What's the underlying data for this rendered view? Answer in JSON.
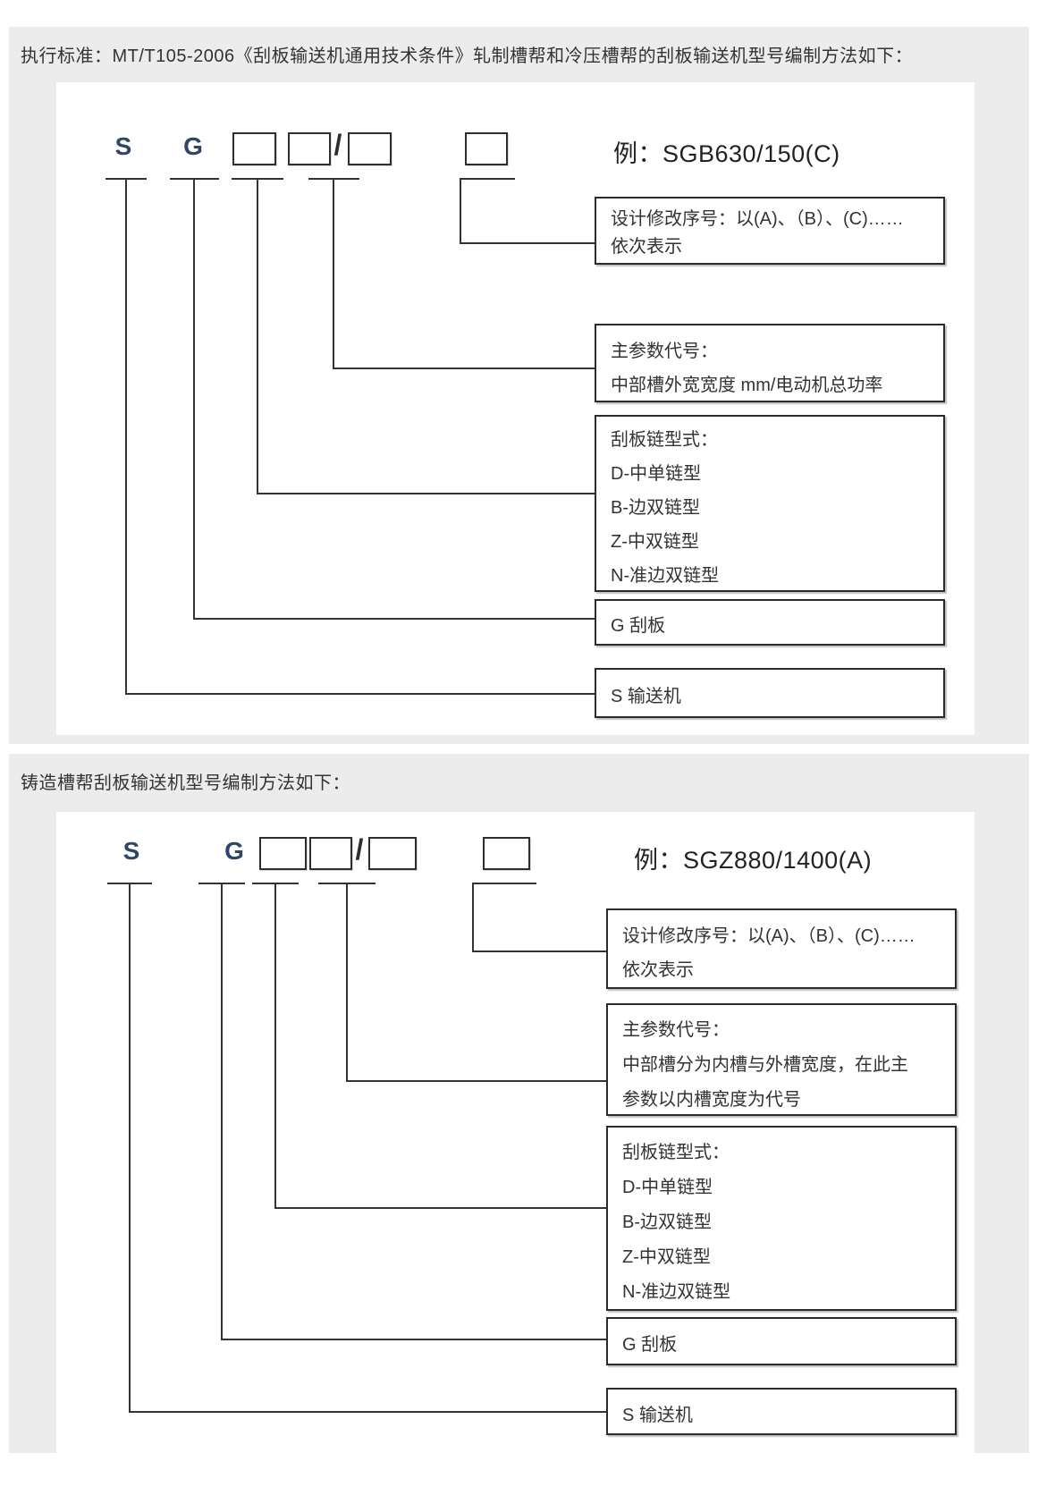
{
  "colors": {
    "panel_bg": "#ececec",
    "line": "#333333",
    "letter_color": "#2e4668"
  },
  "section1": {
    "header": "执行标准：MT/T105-2006《刮板输送机通用技术条件》轧制槽帮和冷压槽帮的刮板输送机型号编制方法如下：",
    "code": {
      "letter_s": "S",
      "letter_g": "G",
      "slash": "/"
    },
    "example_label": "例：SGB630/150(C)",
    "boxes": {
      "revision": [
        "设计修改序号：以(A)、（B）、(C)……",
        "依次表示"
      ],
      "main_param": [
        "主参数代号：",
        "中部槽外宽宽度 mm/电动机总功率"
      ],
      "chain_type": [
        "刮板链型式：",
        "D-中单链型",
        "B-边双链型",
        "Z-中双链型",
        "N-准边双链型"
      ],
      "scraper": [
        "G 刮板"
      ],
      "conveyor": [
        "S 输送机"
      ]
    }
  },
  "section2": {
    "header": "铸造槽帮刮板输送机型号编制方法如下：",
    "code": {
      "letter_s": "S",
      "letter_g": "G",
      "slash": "/"
    },
    "example_label": "例：SGZ880/1400(A)",
    "boxes": {
      "revision": [
        "设计修改序号：以(A)、（B）、(C)……",
        "依次表示"
      ],
      "main_param": [
        "主参数代号：",
        "中部槽分为内槽与外槽宽度，在此主",
        "参数以内槽宽度为代号"
      ],
      "chain_type": [
        "刮板链型式：",
        "D-中单链型",
        "B-边双链型",
        "Z-中双链型",
        "N-准边双链型"
      ],
      "scraper": [
        "G 刮板"
      ],
      "conveyor": [
        "S 输送机"
      ]
    }
  }
}
